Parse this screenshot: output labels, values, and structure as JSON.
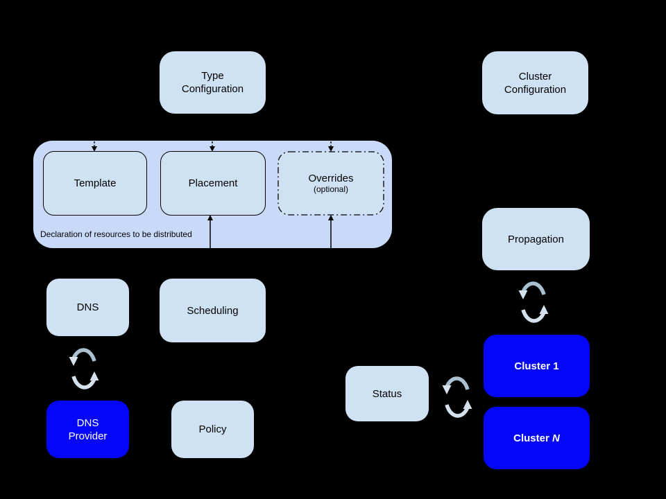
{
  "colors": {
    "background": "#000000",
    "container_fill": "#c9daf8",
    "light_box_fill": "#cfe2f3",
    "box_border": "#000000",
    "blue_box_fill": "#0506f8",
    "text_dark": "#000000",
    "text_light": "#ffffff",
    "sync_arc_dark": "#aabfd0",
    "sync_arc_light": "#d6e1ee"
  },
  "nodes": {
    "type_configuration": {
      "label": "Type\nConfiguration"
    },
    "cluster_configuration": {
      "label": "Cluster\nConfiguration"
    },
    "template": {
      "label": "Template"
    },
    "placement": {
      "label": "Placement"
    },
    "overrides": {
      "label": "Overrides",
      "sublabel": "(optional)"
    },
    "container_caption": "Declaration of resources to be distributed",
    "dns": {
      "label": "DNS"
    },
    "scheduling": {
      "label": "Scheduling"
    },
    "dns_provider": {
      "label": "DNS\nProvider"
    },
    "policy": {
      "label": "Policy"
    },
    "propagation": {
      "label": "Propagation"
    },
    "status": {
      "label": "Status"
    },
    "cluster_1": {
      "label": "Cluster 1"
    },
    "cluster_n": {
      "prefix": "Cluster ",
      "suffix": "N"
    }
  },
  "icons": {
    "sync": "sync-cycle-arrows"
  }
}
